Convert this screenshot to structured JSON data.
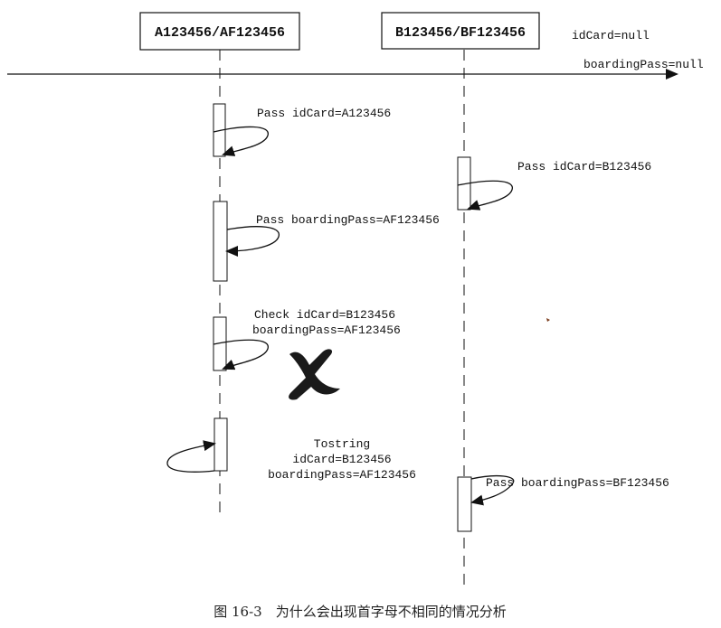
{
  "objects": {
    "a": "A123456/AF123456",
    "b": "B123456/BF123456"
  },
  "state": {
    "id_card": "idCard=null",
    "boarding_pass": "boardingPass=null"
  },
  "messages": {
    "a_pass_id": "Pass idCard=A123456",
    "b_pass_id": "Pass idCard=B123456",
    "a_pass_bp": "Pass boardingPass=AF123456",
    "a_check_1": "Check idCard=B123456",
    "a_check_2": "boardingPass=AF123456",
    "a_tostring_1": "Tostring",
    "a_tostring_2": "idCard=B123456",
    "a_tostring_3": "boardingPass=AF123456",
    "b_pass_bp": "Pass boardingPass=BF123456"
  },
  "caption": "图 16-3　为什么会出现首字母不相同的情况分析"
}
